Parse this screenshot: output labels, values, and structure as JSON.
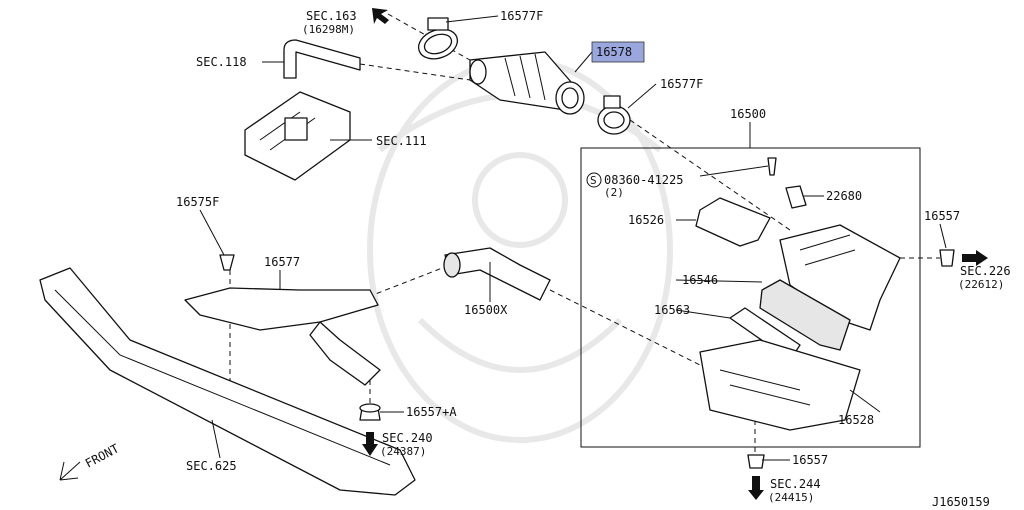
{
  "diagram": {
    "figure_id": "J1650159",
    "highlight_color": "#9aa6de",
    "labels": {
      "sec163": "SEC.163",
      "sec163_ref": "(16298M)",
      "p16577f_top": "16577F",
      "p16578": "16578",
      "sec118": "SEC.118",
      "p16577f_mid": "16577F",
      "sec111": "SEC.111",
      "p16500": "16500",
      "bolt": "08360-41225",
      "bolt_qty": "(2)",
      "p22680": "22680",
      "p16575f": "16575F",
      "p16526": "16526",
      "p16557_right": "16557",
      "sec226": "SEC.226",
      "sec226_ref": "(22612)",
      "p16577": "16577",
      "p16546": "16546",
      "p16500x": "16500X",
      "p16563": "16563",
      "p16557a": "16557+A",
      "sec240": "SEC.240",
      "sec240_ref": "(24387)",
      "p16528": "16528",
      "front": "FRONT",
      "sec625": "SEC.625",
      "p16557_bottom": "16557",
      "sec244": "SEC.244",
      "sec244_ref": "(24415)"
    }
  }
}
